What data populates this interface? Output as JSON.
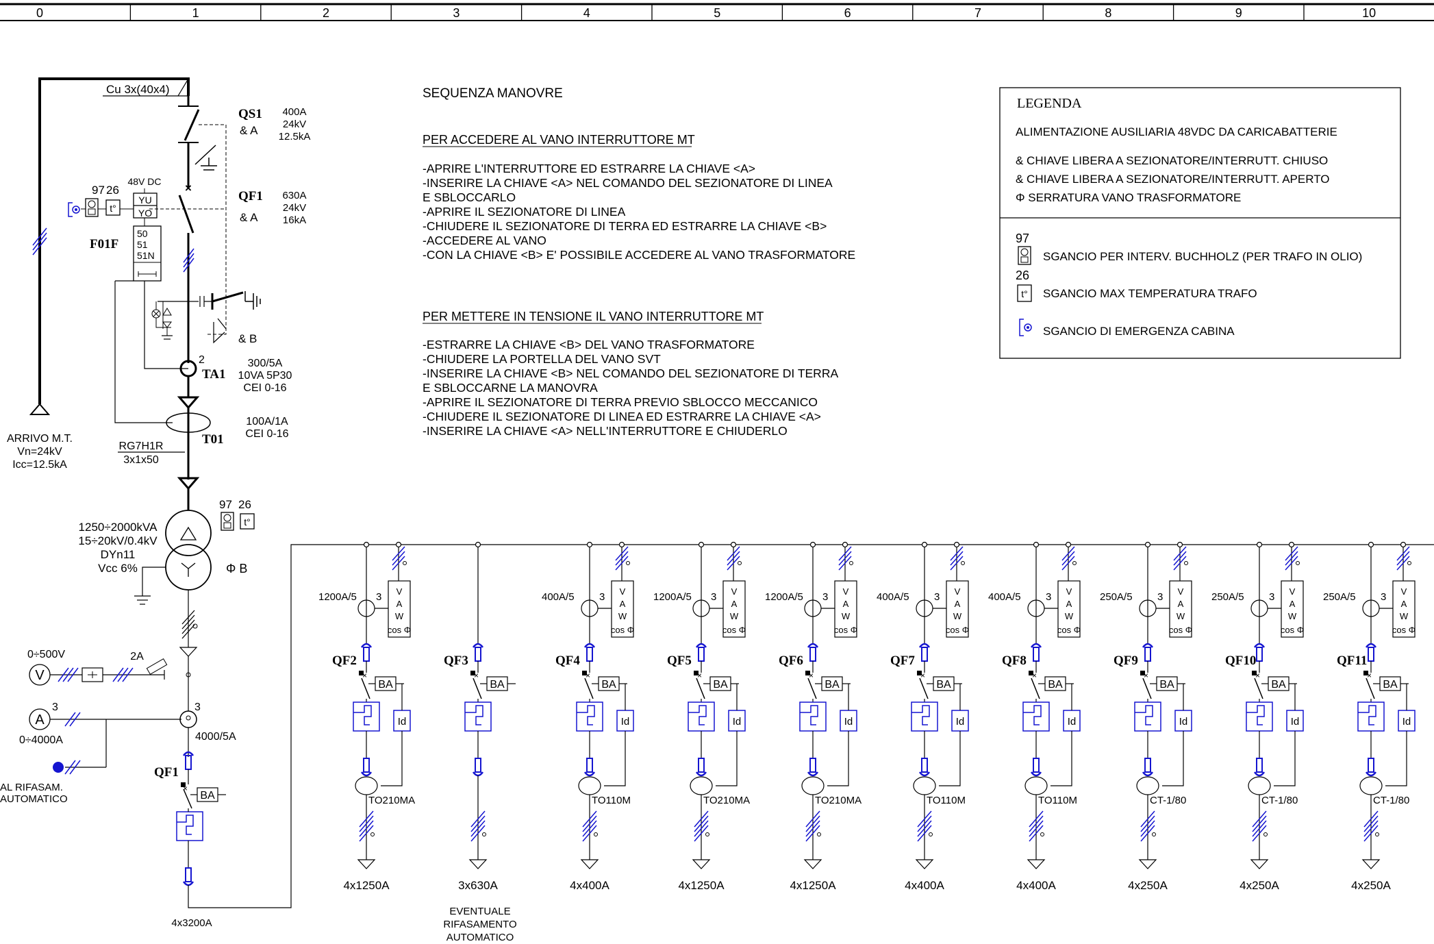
{
  "grid": {
    "columns": [
      "0",
      "1",
      "2",
      "3",
      "4",
      "5",
      "6",
      "7",
      "8",
      "9",
      "10"
    ]
  },
  "incoming": {
    "cable": "Cu 3x(40x4)",
    "arrival_line1": "ARRIVO M.T.",
    "arrival_line2": "Vn=24kV",
    "arrival_line3": "Icc=12.5kA",
    "qs1": {
      "tag": "QS1",
      "key": "& A",
      "r1": "400A",
      "r2": "24kV",
      "r3": "12.5kA"
    },
    "qf1_mt": {
      "tag": "QF1",
      "key": "& A",
      "r1": "630A",
      "r2": "24kV",
      "r3": "16kA"
    },
    "earth_key": "& B",
    "aux": {
      "label": "48V DC",
      "yu": "YU",
      "yo": "YO",
      "n97": "97",
      "n26": "26",
      "t": "t°"
    },
    "relay": {
      "tag": "F01F",
      "l1": "50",
      "l2": "51",
      "l3": "51N"
    },
    "ta1": {
      "tag": "TA1",
      "n": "2",
      "r1": "300/5A",
      "r2": "10VA 5P30",
      "r3": "CEI 0-16"
    },
    "t01": {
      "tag": "T01",
      "r1": "100A/1A",
      "r2": "CEI 0-16"
    },
    "cable2": {
      "l1": "RG7H1R",
      "l2": "3x1x50"
    }
  },
  "transformer": {
    "l1": "1250÷2000kVA",
    "l2": "15÷20kV/0.4kV",
    "l3": "DYn11",
    "l4": "Vcc 6%",
    "n97": "97",
    "n26": "26",
    "t": "t°",
    "key": "Φ B"
  },
  "lv_main": {
    "volt_range": "0÷500V",
    "amp_range": "0÷4000A",
    "fuse": "2A",
    "ct": "4000/5A",
    "ct_n": "3",
    "amm_n": "3",
    "rifasam1": "AL RIFASAM.",
    "rifasam2": "AUTOMATICO",
    "breaker": "QF1",
    "ba": "BA",
    "busbar": "4x3200A",
    "volt_sym": "V",
    "amp_sym": "A"
  },
  "sequence": {
    "title": "SEQUENZA MANOVRE",
    "sec1_title": "PER ACCEDERE AL VANO INTERRUTTORE MT",
    "sec1": [
      "-APRIRE L'INTERRUTTORE ED ESTRARRE LA CHIAVE <A>",
      "-INSERIRE LA CHIAVE <A> NEL COMANDO DEL SEZIONATORE DI LINEA",
      " E SBLOCCARLO",
      "-APRIRE IL SEZIONATORE DI LINEA",
      "-CHIUDERE IL SEZIONATORE DI TERRA ED ESTRARRE LA CHIAVE <B>",
      "-ACCEDERE AL VANO",
      "-CON LA CHIAVE <B> E' POSSIBILE ACCEDERE AL VANO TRASFORMATORE"
    ],
    "sec2_title": "PER METTERE IN TENSIONE IL VANO INTERRUTTORE MT",
    "sec2": [
      "-ESTRARRE LA CHIAVE <B> DEL VANO TRASFORMATORE",
      "-CHIUDERE LA PORTELLA DEL VANO SVT",
      "-INSERIRE LA CHIAVE <B> NEL COMANDO DEL SEZIONATORE DI TERRA",
      " E SBLOCCARNE LA MANOVRA",
      "-APRIRE IL SEZIONATORE DI TERRA PREVIO SBLOCCO MECCANICO",
      "-CHIUDERE IL SEZIONATORE DI LINEA ED ESTRARRE LA CHIAVE <A>",
      "-INSERIRE LA CHIAVE <A> NELL'INTERRUTTORE E CHIUDERLO"
    ]
  },
  "legend": {
    "title": "LEGENDA",
    "l1": "ALIMENTAZIONE AUSILIARIA 48VDC DA CARICABATTERIE",
    "l2": "& CHIAVE LIBERA A SEZIONATORE/INTERRUTT. CHIUSO",
    "l3": "& CHIAVE LIBERA A SEZIONATORE/INTERRUTT. APERTO",
    "l4": "Φ SERRATURA VANO TRASFORMATORE",
    "n97": "97",
    "n26": "26",
    "t": "t°",
    "l5": "SGANCIO PER INTERV. BUCHHOLZ (PER TRAFO IN OLIO)",
    "l6": "SGANCIO MAX TEMPERATURA TRAFO",
    "l7": "SGANCIO DI EMERGENZA CABINA"
  },
  "feeders": [
    {
      "tag": "QF2",
      "ct": "1200A/5",
      "n": "3",
      "toroid": "TO210MA",
      "cable": "4x1250A",
      "meter": true
    },
    {
      "tag": "QF3",
      "ct": "",
      "n": "",
      "toroid": "",
      "cable": "3x630A",
      "meter": false,
      "note1": "EVENTUALE",
      "note2": "RIFASAMENTO",
      "note3": "AUTOMATICO"
    },
    {
      "tag": "QF4",
      "ct": "400A/5",
      "n": "3",
      "toroid": "TO110M",
      "cable": "4x400A",
      "meter": true
    },
    {
      "tag": "QF5",
      "ct": "1200A/5",
      "n": "3",
      "toroid": "TO210MA",
      "cable": "4x1250A",
      "meter": true
    },
    {
      "tag": "QF6",
      "ct": "1200A/5",
      "n": "3",
      "toroid": "TO210MA",
      "cable": "4x1250A",
      "meter": true
    },
    {
      "tag": "QF7",
      "ct": "400A/5",
      "n": "3",
      "toroid": "TO110M",
      "cable": "4x400A",
      "meter": true
    },
    {
      "tag": "QF8",
      "ct": "400A/5",
      "n": "3",
      "toroid": "TO110M",
      "cable": "4x400A",
      "meter": true
    },
    {
      "tag": "QF9",
      "ct": "250A/5",
      "n": "3",
      "toroid": "CT-1/80",
      "cable": "4x250A",
      "meter": true
    },
    {
      "tag": "QF10",
      "ct": "250A/5",
      "n": "3",
      "toroid": "CT-1/80",
      "cable": "4x250A",
      "meter": true
    },
    {
      "tag": "QF11",
      "ct": "250A/5",
      "n": "3",
      "toroid": "CT-1/80",
      "cable": "4x250A",
      "meter": true
    }
  ],
  "feeder_common": {
    "ba": "BA",
    "id": "Id",
    "v": "V",
    "a": "A",
    "w": "W",
    "cos": "cos Φ"
  }
}
